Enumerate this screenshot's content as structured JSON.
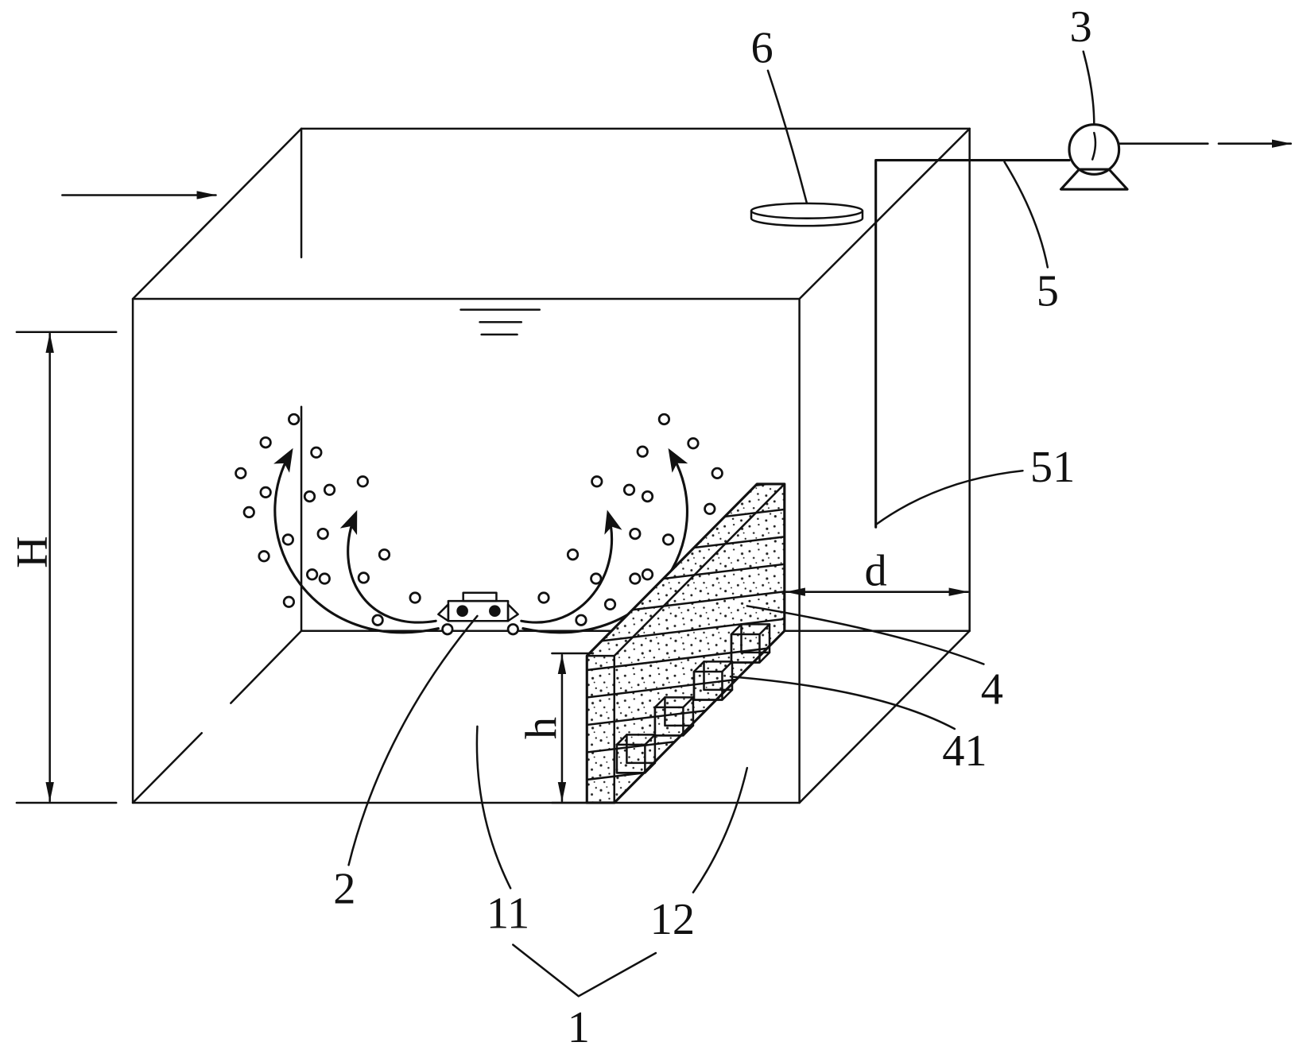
{
  "labels": {
    "disc": "6",
    "pump": "3",
    "pipe": "5",
    "pipe_inlet": "51",
    "distance": "d",
    "height_total": "H",
    "height_panel": "h",
    "panel": "4",
    "cube": "41",
    "aerator": "2",
    "zone_left": "11",
    "zone_right": "12",
    "tank": "1"
  }
}
